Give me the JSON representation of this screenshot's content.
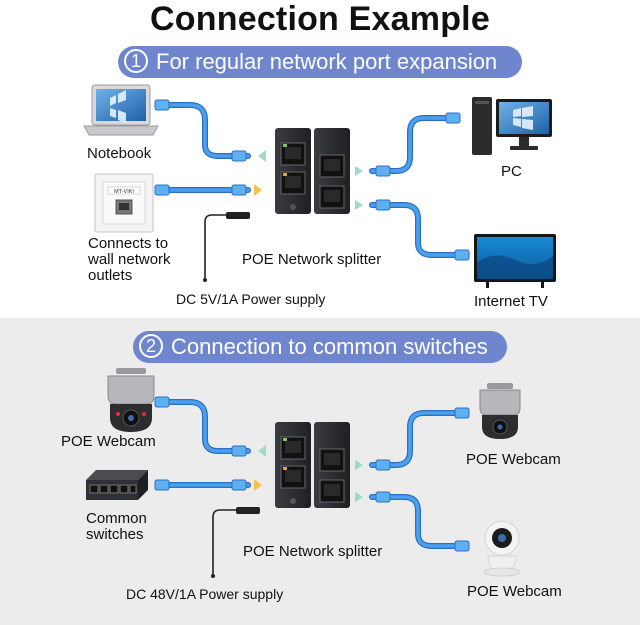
{
  "title": "Connection Example",
  "section1": {
    "number": "1",
    "heading": "For regular network port expansion",
    "notebook_label": "Notebook",
    "wall_label_1": "Connects to",
    "wall_label_2": "wall network",
    "wall_label_3": "outlets",
    "wall_plate_brand": "MT-VIKI",
    "splitter_label": "POE Network splitter",
    "power_label": "DC 5V/1A Power supply",
    "pc_label": "PC",
    "tv_label": "Internet TV"
  },
  "section2": {
    "number": "2",
    "heading": "Connection to common switches",
    "webcam_left_label": "POE Webcam",
    "switch_label_1": "Common",
    "switch_label_2": "switches",
    "splitter_label": "POE Network splitter",
    "power_label": "DC 48V/1A Power supply",
    "webcam_right_top_label": "POE Webcam",
    "webcam_right_bottom_label": "POE Webcam"
  },
  "colors": {
    "pill": "#6f86cf",
    "cable": "#3d8fe0",
    "cable_dark": "#2a6fc0",
    "splitter": "#2b2d31",
    "section2_bg": "#ececec"
  }
}
